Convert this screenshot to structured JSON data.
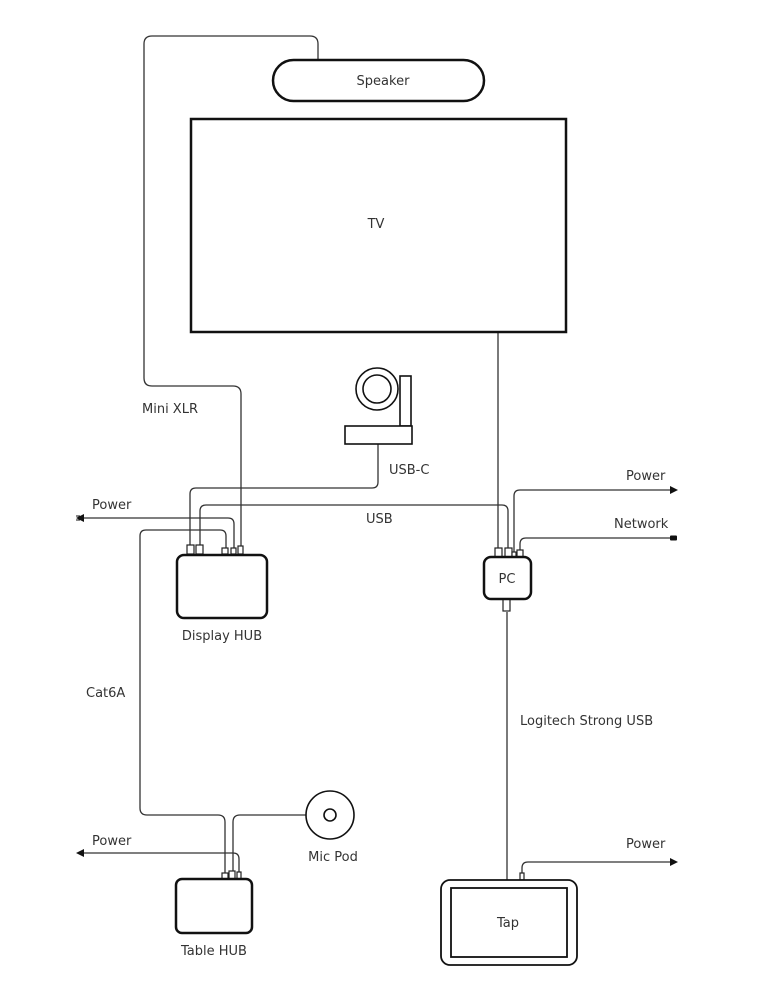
{
  "diagram": {
    "title": "Room setup wiring diagram",
    "devices": {
      "speaker": "Speaker",
      "tv": "TV",
      "camera": "",
      "display_hub": "Display HUB",
      "pc": "PC",
      "table_hub": "Table HUB",
      "mic_pod": "Mic Pod",
      "tap": "Tap"
    },
    "cables": {
      "mini_xlr": "Mini XLR",
      "usb_c": "USB-C",
      "usb": "USB",
      "cat6a": "Cat6A",
      "strong_usb": "Logitech Strong USB",
      "power_display_hub": "Power",
      "power_pc": "Power",
      "network_pc": "Network",
      "power_table_hub": "Power",
      "power_tap": "Power"
    },
    "colors": {
      "line": "#111111",
      "cable": "#333333",
      "background": "#ffffff"
    }
  }
}
